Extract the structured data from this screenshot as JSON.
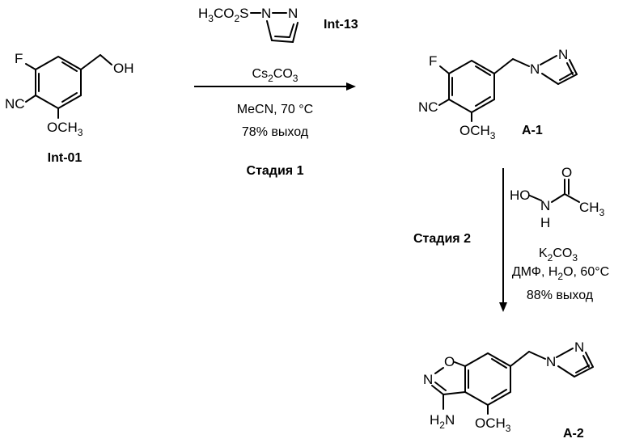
{
  "compounds": {
    "int01": {
      "label": "Int-01",
      "atoms": {
        "f": "F",
        "nc": "NC",
        "och3": "OCH",
        "och3_sub": "3",
        "oh": "OH"
      }
    },
    "a1": {
      "label": "A-1",
      "atoms": {
        "f": "F",
        "nc": "NC",
        "och3": "OCH",
        "och3_sub": "3",
        "n1": "N",
        "n2": "N"
      }
    },
    "a2": {
      "label": "A-2",
      "atoms": {
        "n_isox": "N",
        "o_isox": "O",
        "nh2": "H",
        "nh2_sub": "2",
        "nh2_n": "N",
        "och3": "OCH",
        "och3_sub": "3",
        "n1": "N",
        "n2": "N"
      }
    },
    "int13": {
      "label": "Int-13",
      "prefix": "H",
      "prefix_sub": "3",
      "mid1": "CO",
      "mid_sub": "2",
      "mid2": "S",
      "n1": "N",
      "n2": "N"
    }
  },
  "steps": {
    "step1": {
      "base": "Cs",
      "base_sub1": "2",
      "base_mid": "CO",
      "base_sub2": "3",
      "solvent": "MeCN, 70 °C",
      "yield": "78% выход",
      "label": "Стадия 1"
    },
    "step2": {
      "reagent_ho": "HO",
      "reagent_n": "N",
      "reagent_h": "H",
      "reagent_o": "O",
      "reagent_ch3": "CH",
      "reagent_ch3_sub": "3",
      "base": "K",
      "base_sub1": "2",
      "base_mid": "CO",
      "base_sub2": "3",
      "solvent_pre": "ДМФ, H",
      "solvent_sub": "2",
      "solvent_post": "O, 60°C",
      "yield": "88% выход",
      "label": "Стадия 2"
    }
  }
}
